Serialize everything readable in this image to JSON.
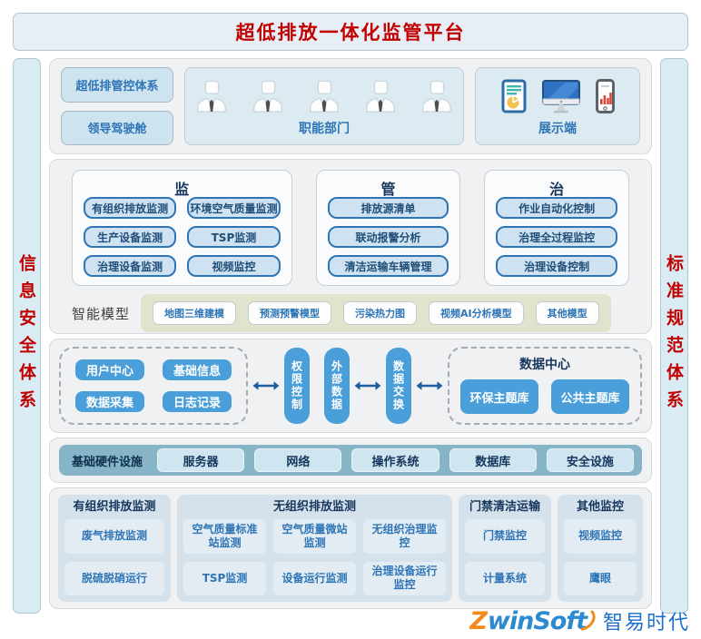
{
  "title": "超低排放一体化监管平台",
  "sidebars": {
    "left": "信息安全体系",
    "right": "标准规范体系"
  },
  "top": {
    "buttons": [
      "超低排管控体系",
      "领导驾驶舱"
    ],
    "departments": {
      "label": "职能部门"
    },
    "display": {
      "label": "展示端"
    }
  },
  "platform": {
    "groups": [
      {
        "title": "监",
        "items": [
          "有组织排放监测",
          "环境空气质量监测",
          "生产设备监测",
          "TSP监测",
          "治理设备监测",
          "视频监控"
        ]
      },
      {
        "title": "管",
        "items": [
          "排放源清单",
          "联动报警分析",
          "清洁运输车辆管理"
        ]
      },
      {
        "title": "治",
        "items": [
          "作业自动化控制",
          "治理全过程监控",
          "治理设备控制"
        ]
      }
    ],
    "models": {
      "label": "智能模型",
      "items": [
        "地图三维建模",
        "预测预警模型",
        "污染热力图",
        "视频AI分析模型",
        "其他模型"
      ]
    }
  },
  "data_layer": {
    "services": [
      "用户中心",
      "基础信息",
      "数据采集",
      "日志记录"
    ],
    "pills": [
      "权限控制",
      "外部数据",
      "数据交换"
    ],
    "data_center": {
      "title": "数据中心",
      "items": [
        "环保主题库",
        "公共主题库"
      ]
    }
  },
  "infrastructure": {
    "label": "基础硬件设施",
    "items": [
      "服务器",
      "网络",
      "操作系统",
      "数据库",
      "安全设施"
    ]
  },
  "monitoring": {
    "columns": [
      {
        "title": "有组织排放监测",
        "items": [
          "废气排放监测",
          "脱硫脱硝运行"
        ]
      },
      {
        "title": "无组织排放监测",
        "items": [
          "空气质量标准站监测",
          "空气质量微站监测",
          "无组织治理监控",
          "TSP监测",
          "设备运行监测",
          "治理设备运行监控"
        ]
      },
      {
        "title": "门禁清洁运输",
        "items": [
          "门禁监控",
          "计量系统"
        ]
      },
      {
        "title": "其他监控",
        "items": [
          "视频监控",
          "鹰眼"
        ]
      }
    ]
  },
  "logo": {
    "brand_z": "Z",
    "brand_rest": "winSoft",
    "cn": "智易时代"
  },
  "icons": [
    "person-icon",
    "tablet-report-icon",
    "monitor-icon",
    "phone-chart-icon",
    "double-arrow-icon"
  ],
  "colors": {
    "title_red": "#c00000",
    "accent_blue": "#2e75b6",
    "fill_blue": "#4a9fda",
    "teal_bar": "#85b5c7",
    "olive_bar": "#dfe5cc",
    "sidebar_blue": "#d9ecf4"
  }
}
